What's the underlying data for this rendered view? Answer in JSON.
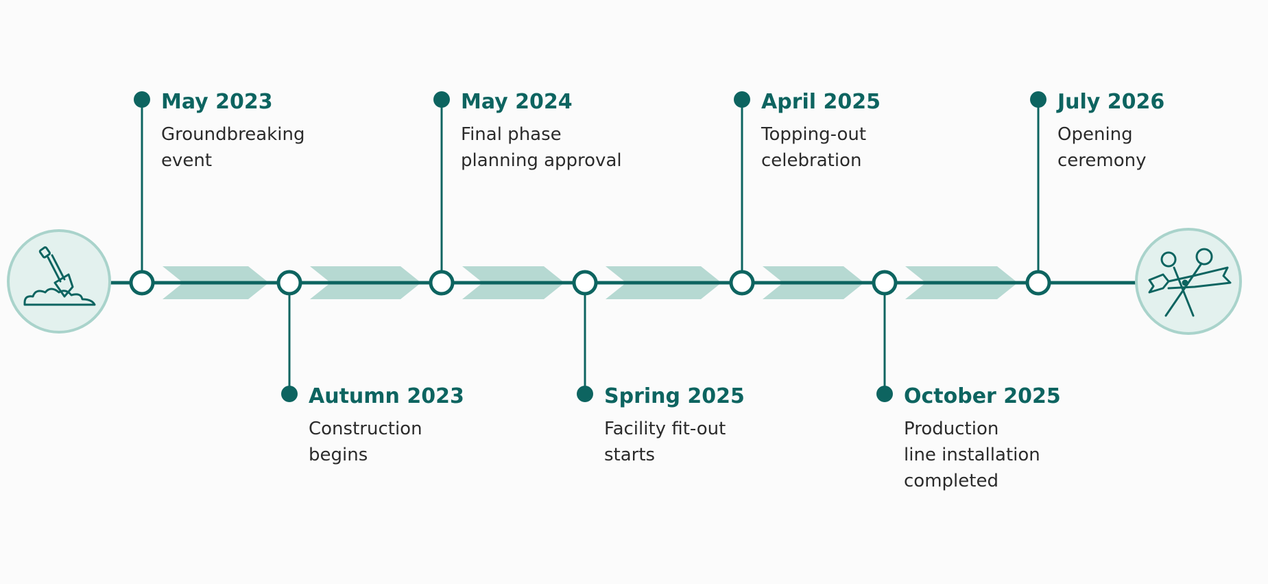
{
  "colors": {
    "accent": "#0d6460",
    "chevron": "#b6d9d2",
    "icon_fill": "#e3f1ee",
    "icon_ring": "#a9d3cb",
    "background": "#fbfbfb"
  },
  "start_icon": "shovel-in-ground-icon",
  "end_icon": "scissors-cutting-ribbon-icon",
  "milestones": [
    {
      "date": "May 2023",
      "description": "Groundbreaking\nevent",
      "side": "top"
    },
    {
      "date": "Autumn 2023",
      "description": "Construction\nbegins",
      "side": "bottom"
    },
    {
      "date": "May 2024",
      "description": "Final phase\nplanning approval",
      "side": "top"
    },
    {
      "date": "Spring 2025",
      "description": "Facility fit-out\nstarts",
      "side": "bottom"
    },
    {
      "date": "April 2025",
      "description": "Topping-out\ncelebration",
      "side": "top"
    },
    {
      "date": "October 2025",
      "description": "Production\nline installation\ncompleted",
      "side": "bottom"
    },
    {
      "date": "July 2026",
      "description": "Opening\nceremony",
      "side": "top"
    }
  ]
}
